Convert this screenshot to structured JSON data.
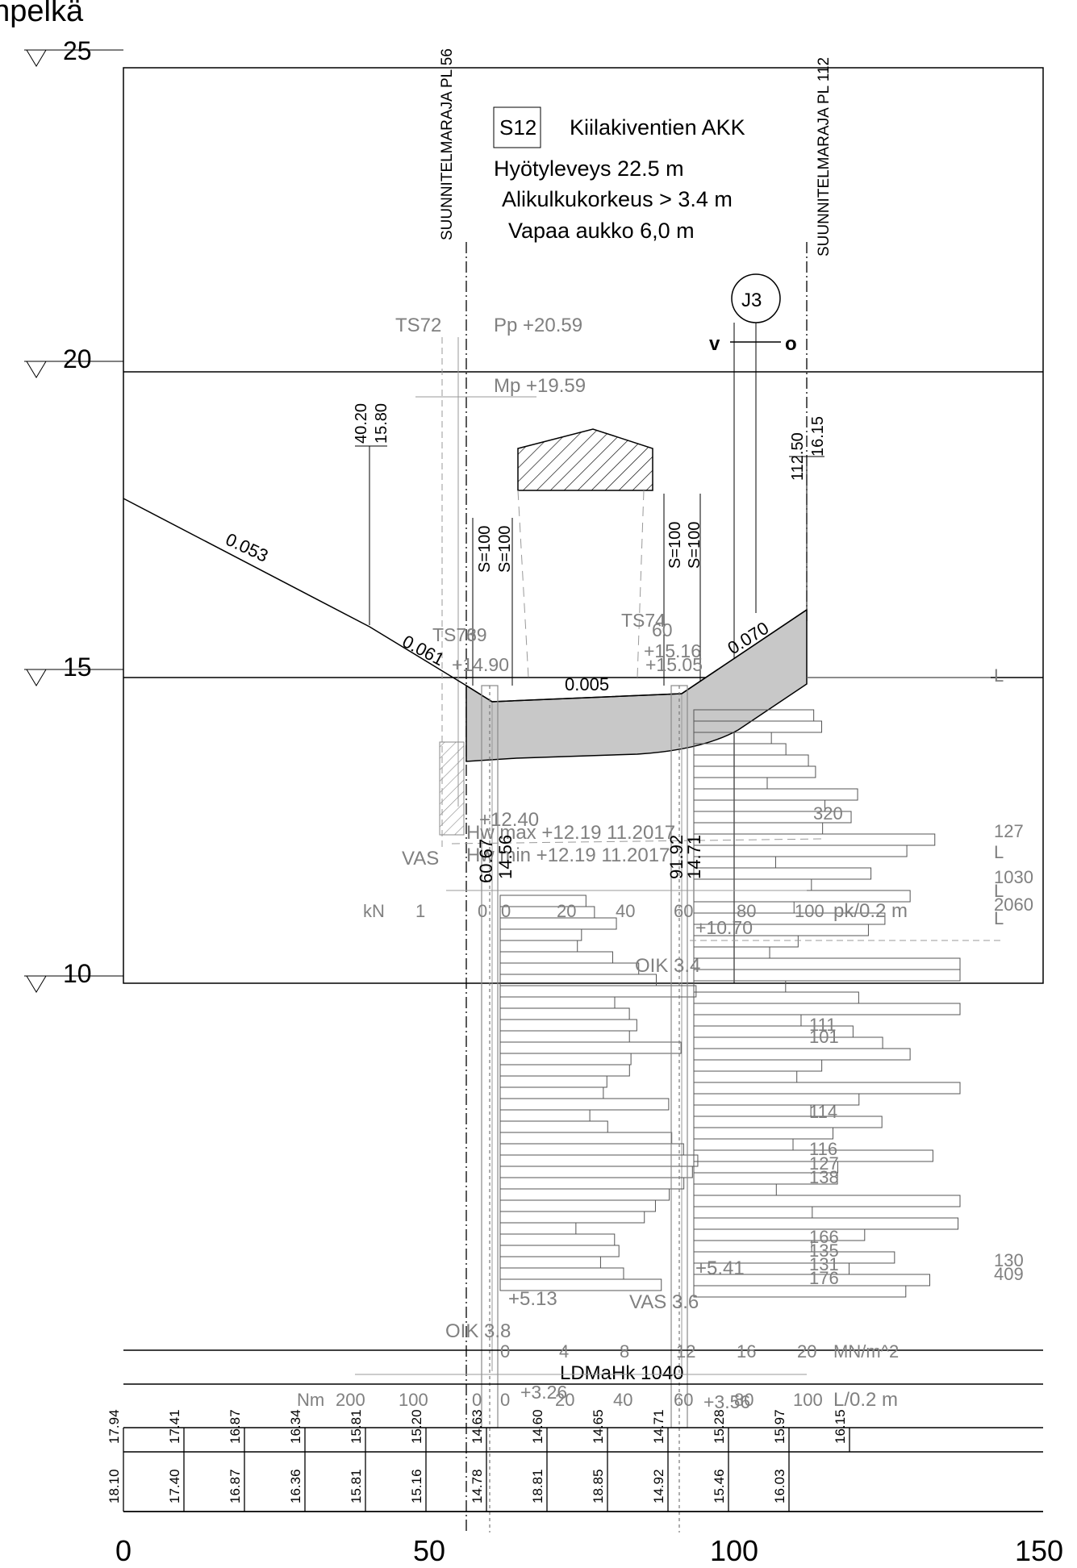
{
  "title_partial": "öhpelkä",
  "elevation_markers": [
    {
      "label": "25"
    },
    {
      "label": "20"
    },
    {
      "label": "15"
    },
    {
      "label": "10"
    }
  ],
  "structure_box": {
    "code": "S12",
    "name": "Kiilakiventien  AKK",
    "line1": "Hyötyleveys 22.5 m",
    "line2": "Alikulkukorkeus > 3.4 m",
    "line3": "Vapaa aukko 6,0 m"
  },
  "alignment_labels": {
    "left": "SUUNNITELMARAJA PL 56",
    "right": "SUUNNITELMARAJA PL 112"
  },
  "j3": {
    "label": "J3",
    "left": "v",
    "right": "o"
  },
  "levels": {
    "pp": "Pp +20.59",
    "mp": "Mp +19.59",
    "ts72": "TS72",
    "ts73": "TS73",
    "ts73b": "69",
    "ts74": "TS74",
    "ts74b": "60",
    "lev_left": "+14.90",
    "lev_right": "+15.16",
    "lev_right2": "+15.05"
  },
  "slopes": {
    "left_outer": "0.053",
    "left_inner": "0.061",
    "middle": "0.005",
    "right": "0.070"
  },
  "stations": {
    "s1": "40.20",
    "s1b": "15.80",
    "s2": "112.50",
    "s2b": "16.15",
    "sa": "S=100",
    "sb": "S=100",
    "sc": "S=100",
    "sd": "S=100"
  },
  "groundwater": {
    "max": "Hw max +12.19 11.2017",
    "min": "Hw min +12.19  11.2017",
    "lev": "+12.40",
    "vas": "VAS",
    "val1": "60.67",
    "val1b": "14.56",
    "val2": "91.92",
    "val2b": "14.71"
  },
  "sounding": {
    "kn": "kN",
    "kn_ticks": [
      "1",
      "0",
      "0",
      "20",
      "40",
      "60",
      "80",
      "100"
    ],
    "pk_unit": "pk/0.2 m",
    "val_320": "320",
    "right_vals": [
      "127",
      "L",
      "1030",
      "2060",
      "L",
      "L"
    ],
    "lev_1070": "+10.70",
    "oik1": "OIK 3.4",
    "lev_513": "+5.13",
    "oik2": "OIK 3.8",
    "lev_541": "+5.41",
    "vas2": "VAS 3.6",
    "blow_counts": [
      "111",
      "101",
      "114",
      "116",
      "127",
      "138",
      "166",
      "135",
      "131",
      "176",
      "130",
      "409"
    ],
    "l_marker": "L"
  },
  "press_axis": {
    "ticks": [
      "0",
      "4",
      "8",
      "12",
      "16",
      "20"
    ],
    "unit": "MN/m^2",
    "ldm": "LDMaHk 1040"
  },
  "torque_axis": {
    "nm": "Nm",
    "nm_ticks": [
      "200",
      "100",
      "0"
    ],
    "lev_left": "+3.26",
    "l_ticks": [
      "0",
      "20",
      "40",
      "60",
      "80",
      "100"
    ],
    "unit": "L/0.2 m",
    "lev_right": "+3.56"
  },
  "table_top": [
    "17.94",
    "17.41",
    "16.87",
    "16.34",
    "15.81",
    "15.20",
    "14.63",
    "14.60",
    "14.65",
    "14.71",
    "15.28",
    "15.97",
    "16.15"
  ],
  "table_bottom": [
    "18.10",
    "17.40",
    "16.87",
    "16.36",
    "15.81",
    "15.16",
    "14.78",
    "18.81",
    "18.85",
    "14.92",
    "15.46",
    "16.03"
  ],
  "bottom_axis": [
    "0",
    "50",
    "100",
    "150"
  ],
  "colors": {
    "ink": "#000000",
    "grey": "#808080",
    "fill_grey": "#c8c8c8"
  }
}
